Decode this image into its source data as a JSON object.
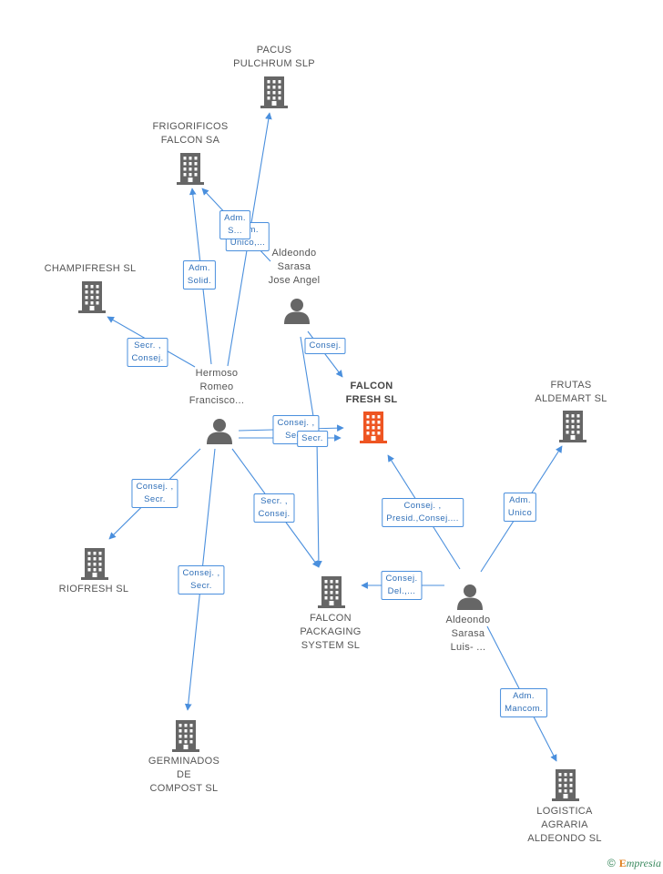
{
  "colors": {
    "edge": "#4a8fdd",
    "building": "#666666",
    "focus_building": "#ee5522",
    "person": "#666666"
  },
  "nodes": [
    {
      "id": "pacus",
      "kind": "company",
      "label": "PACUS\nPULCHRUM SLP",
      "icon": "building-icon"
    },
    {
      "id": "frigorificos",
      "kind": "company",
      "label": "FRIGORIFICOS\nFALCON SA",
      "icon": "building-icon"
    },
    {
      "id": "champifresh",
      "kind": "company",
      "label": "CHAMPIFRESH SL",
      "icon": "building-icon"
    },
    {
      "id": "aldeondo_jose",
      "kind": "person",
      "label": "Aldeondo\nSarasa\nJose Angel",
      "icon": "person-icon"
    },
    {
      "id": "falcon_fresh",
      "kind": "company",
      "label": "FALCON\nFRESH  SL",
      "icon": "building-icon",
      "focus": true
    },
    {
      "id": "frutas",
      "kind": "company",
      "label": "FRUTAS\nALDEMART SL",
      "icon": "building-icon"
    },
    {
      "id": "hermoso",
      "kind": "person",
      "label": "Hermoso\nRomeo\nFrancisco...",
      "icon": "person-icon"
    },
    {
      "id": "riofresh",
      "kind": "company",
      "label": "RIOFRESH SL",
      "icon": "building-icon"
    },
    {
      "id": "falcon_packaging",
      "kind": "company",
      "label": "FALCON\nPACKAGING\nSYSTEM  SL",
      "icon": "building-icon"
    },
    {
      "id": "aldeondo_luis",
      "kind": "person",
      "label": "Aldeondo\nSarasa\nLuis- ...",
      "icon": "person-icon"
    },
    {
      "id": "germinados",
      "kind": "company",
      "label": "GERMINADOS\nDE\nCOMPOST SL",
      "icon": "building-icon"
    },
    {
      "id": "logistica",
      "kind": "company",
      "label": "LOGISTICA\nAGRARIA\nALDEONDO SL",
      "icon": "building-icon"
    }
  ],
  "edges": [
    {
      "from": "hermoso",
      "to": "pacus",
      "label": "Adm.\nUnico,..."
    },
    {
      "from": "hermoso",
      "to": "frigorificos",
      "label": "Adm.\nSolid."
    },
    {
      "from": "aldeondo_jose",
      "to": "frigorificos",
      "label": "Adm.\nS..."
    },
    {
      "from": "hermoso",
      "to": "champifresh",
      "label": "Secr. ,\nConsej."
    },
    {
      "from": "aldeondo_jose",
      "to": "falcon_fresh",
      "label": "Consej."
    },
    {
      "from": "hermoso",
      "to": "falcon_fresh",
      "label": "Consej. ,\nSecr."
    },
    {
      "from": "hermoso",
      "to": "falcon_fresh",
      "label": "Secr."
    },
    {
      "from": "aldeondo_luis",
      "to": "falcon_fresh",
      "label": "Consej. ,\nPresid.,Consej...."
    },
    {
      "from": "aldeondo_luis",
      "to": "frutas",
      "label": "Adm.\nUnico"
    },
    {
      "from": "hermoso",
      "to": "riofresh",
      "label": "Consej. ,\nSecr."
    },
    {
      "from": "hermoso",
      "to": "falcon_packaging",
      "label": "Secr. ,\nConsej."
    },
    {
      "from": "aldeondo_jose",
      "to": "falcon_packaging",
      "label": ""
    },
    {
      "from": "aldeondo_luis",
      "to": "falcon_packaging",
      "label": "Consej.\nDel.,..."
    },
    {
      "from": "hermoso",
      "to": "germinados",
      "label": "Consej. ,\nSecr."
    },
    {
      "from": "aldeondo_luis",
      "to": "logistica",
      "label": "Adm.\nMancom."
    }
  ],
  "footer": {
    "copyright_symbol": "©",
    "brand_initial": "E",
    "brand_rest": "mpresia"
  }
}
